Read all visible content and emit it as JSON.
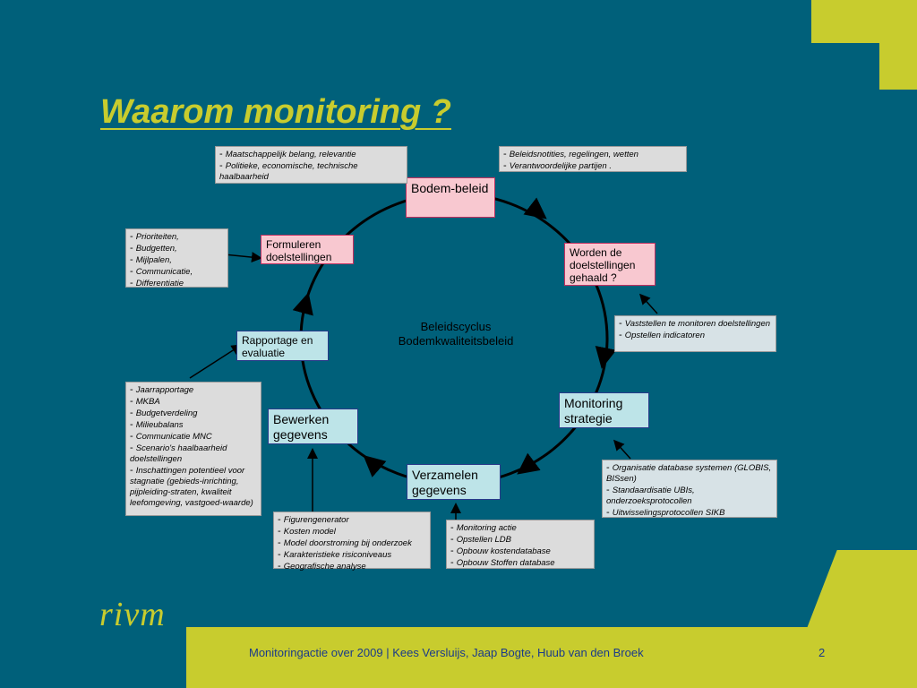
{
  "title": "Waarom monitoring ?",
  "logo": "rivm",
  "footer": {
    "text": "Monitoringactie over 2009  | Kees Versluijs, Jaap Bogte, Huub van den Broek",
    "page": "2"
  },
  "center": {
    "line1": "Beleidscyclus",
    "line2": "Bodemkwaliteitsbeleid"
  },
  "nodes": {
    "bodem": "Bodem-beleid",
    "formuleren": "Formuleren doelstellingen",
    "worden": "Worden de doelstellingen gehaald ?",
    "monitoring": "Monitoring strategie",
    "verzamelen": "Verzamelen gegevens",
    "bewerken": "Bewerken gegevens",
    "rapportage": "Rapportage en evaluatie"
  },
  "notes": {
    "top_left": [
      "Maatschappelijk belang, relevantie",
      "Politieke, economische, technische haalbaarheid"
    ],
    "top_right": [
      "Beleidsnotities, regelingen, wetten",
      "Verantwoordelijke partijen                ."
    ],
    "left_top": [
      "Prioriteiten,",
      "Budgetten,",
      "Mijlpalen,",
      "Communicatie,",
      "Differentiatie"
    ],
    "right_mid": [
      "Vaststellen te monitoren doelstellingen",
      "Opstellen indicatoren"
    ],
    "left_bottom": [
      "Jaarrapportage",
      "MKBA",
      "Budgetverdeling",
      "Milieubalans",
      "Communicatie MNC",
      "Scenario's haalbaarheid doelstellingen",
      "Inschattingen potentieel  voor stagnatie (gebieds-inrichting, pijpleiding-straten, kwaliteit leefomgeving, vastgoed-waarde)"
    ],
    "right_bottom": [
      "Organisatie database systemen (GLOBIS, BISsen)",
      "Standaardisatie UBIs, onderzoeksprotocollen",
      "Uitwisselingsprotocollen SIKB"
    ],
    "bottom_left": [
      "Figurengenerator",
      "Kosten model",
      "Model doorstroming bij onderzoek",
      "Karakteristieke risiconiveaus",
      "Geografische analyse"
    ],
    "bottom_mid": [
      "Monitoring actie",
      "Opstellen LDB",
      "Opbouw kostendatabase",
      "Opbouw Stoffen database"
    ]
  }
}
